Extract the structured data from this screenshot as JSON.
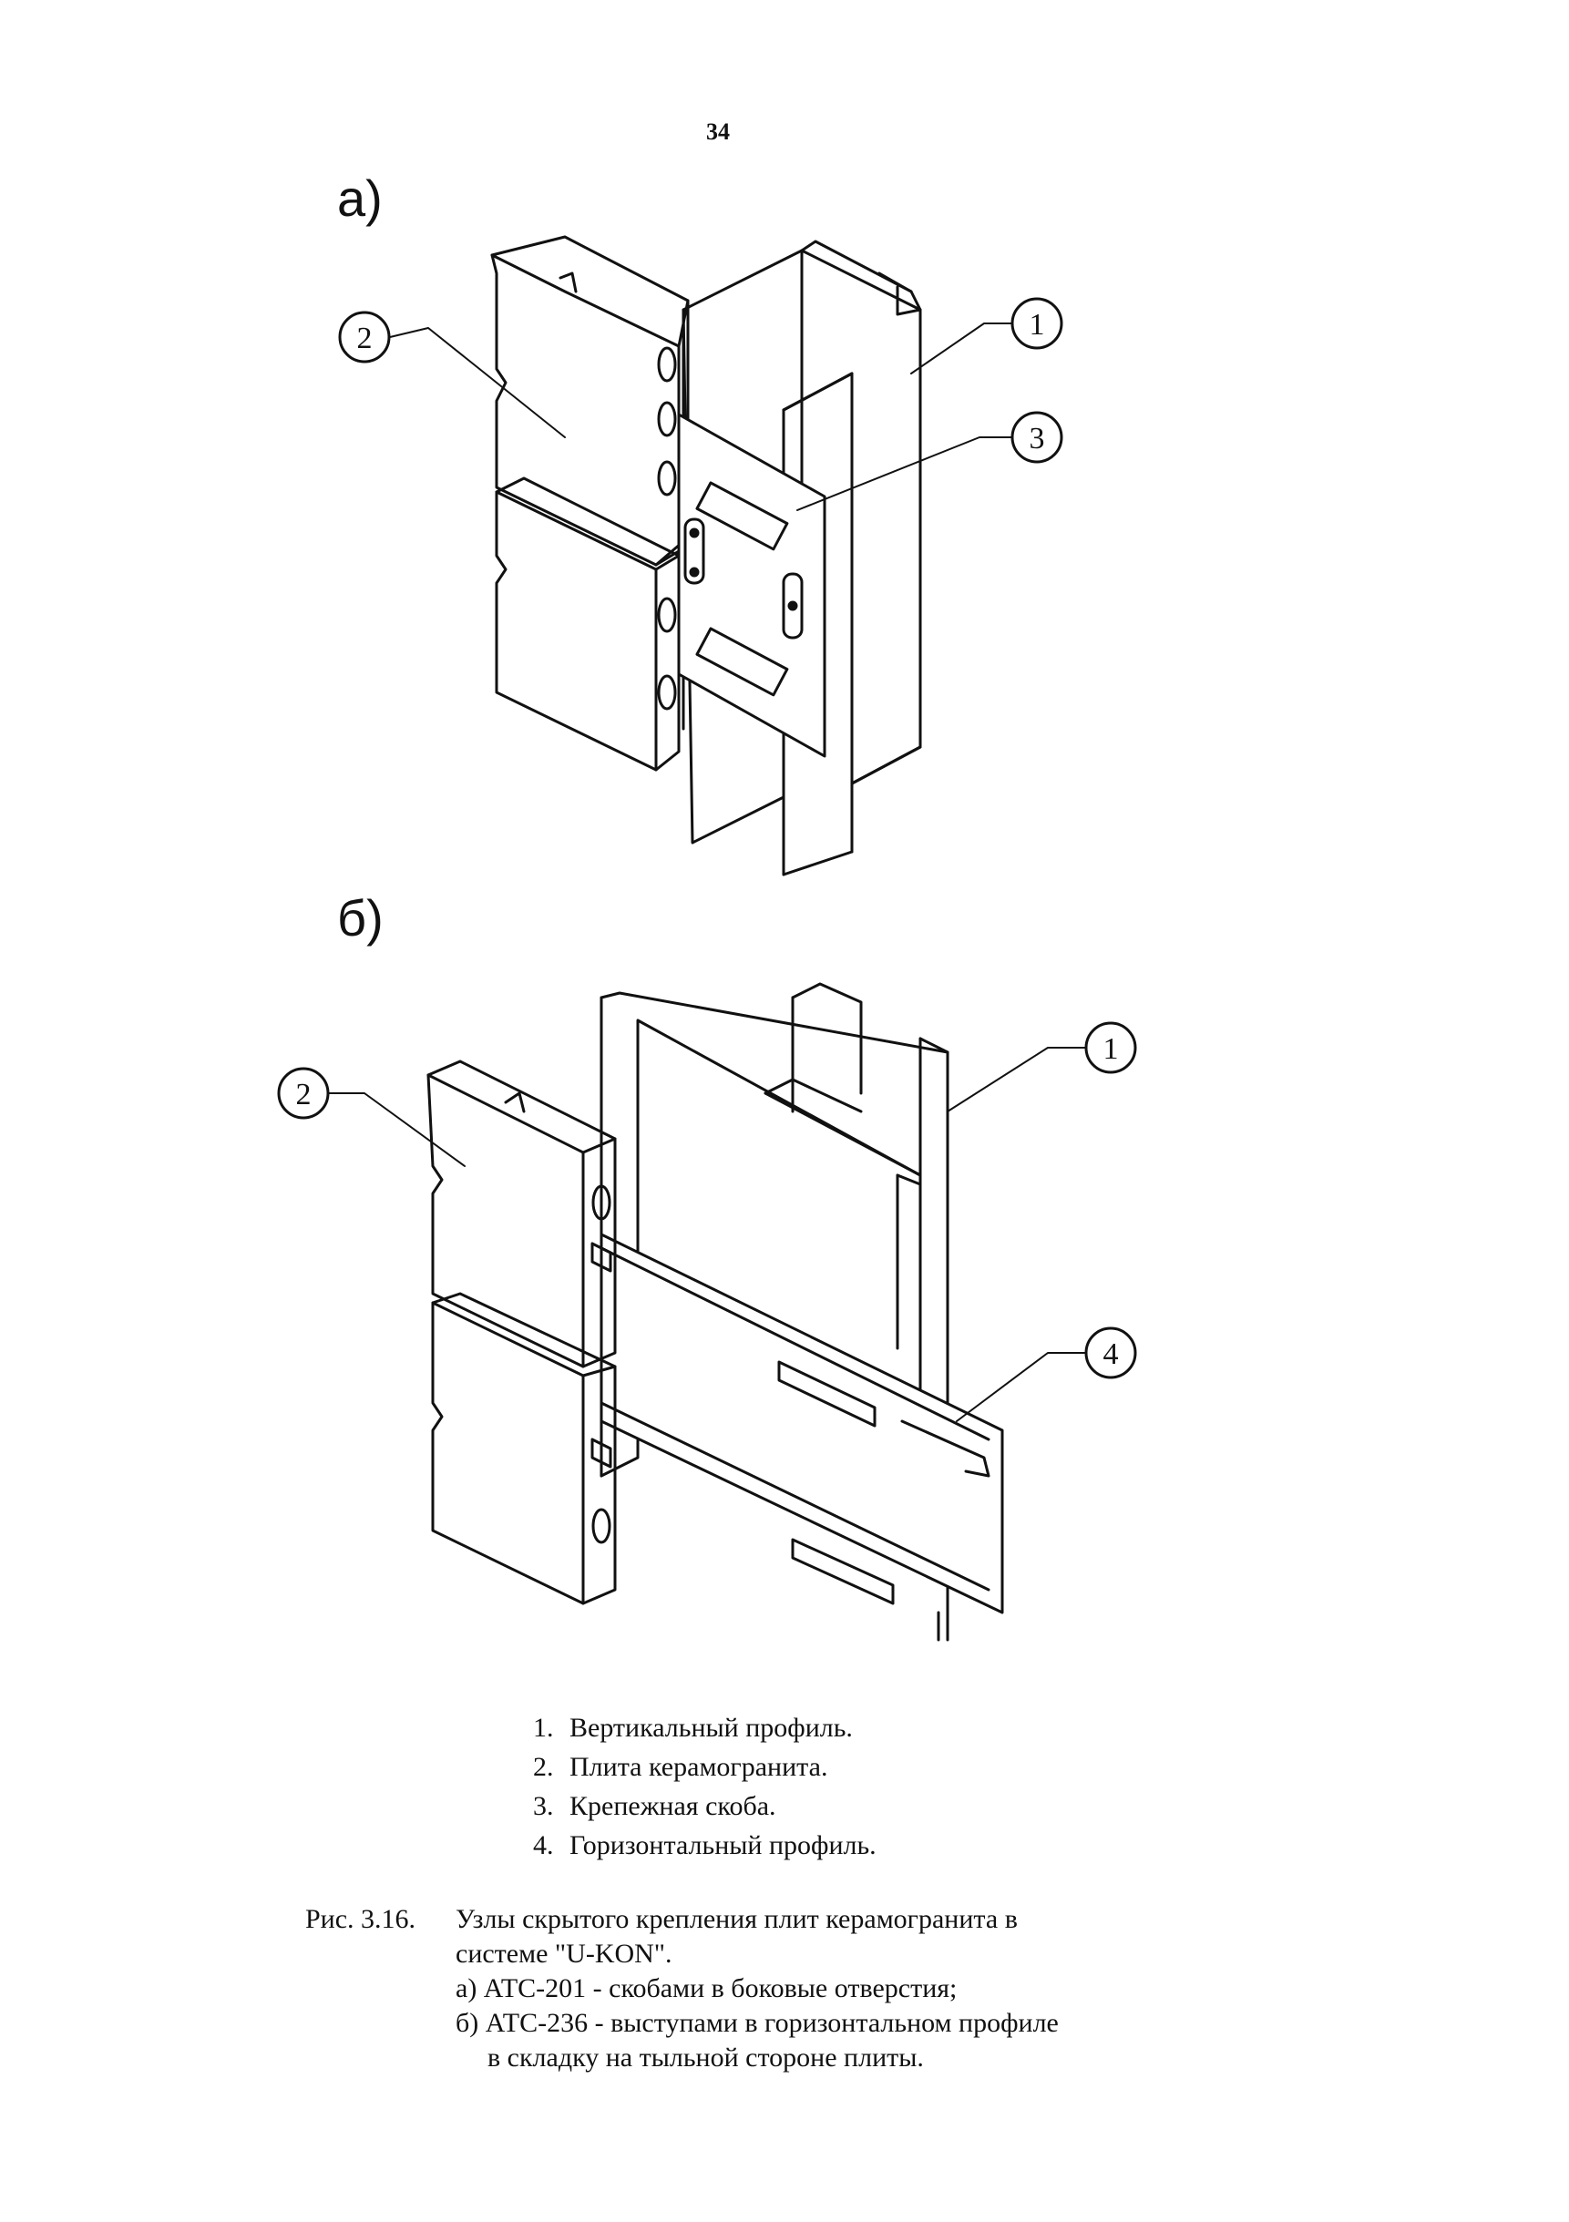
{
  "page": {
    "number": "34"
  },
  "figure_a": {
    "label": "а)",
    "callouts": [
      "1",
      "2",
      "3"
    ]
  },
  "figure_b": {
    "label": "б)",
    "callouts": [
      "1",
      "2",
      "4"
    ]
  },
  "legend": [
    {
      "num": "1.",
      "text": "Вертикальный профиль."
    },
    {
      "num": "2.",
      "text": "Плита керамогранита."
    },
    {
      "num": "3.",
      "text": "Крепежная скоба."
    },
    {
      "num": "4.",
      "text": "Горизонтальный профиль."
    }
  ],
  "caption": {
    "prefix": "Рис. 3.16.",
    "line1": "Узлы скрытого крепления плит керамогранита в",
    "line2": "системе \"U-KON\".",
    "line3": "а) АТС-201 - скобами в боковые отверстия;",
    "line4": "б) АТС-236 - выступами в горизонтальном профиле",
    "line5": "в складку на тыльной стороне плиты."
  }
}
